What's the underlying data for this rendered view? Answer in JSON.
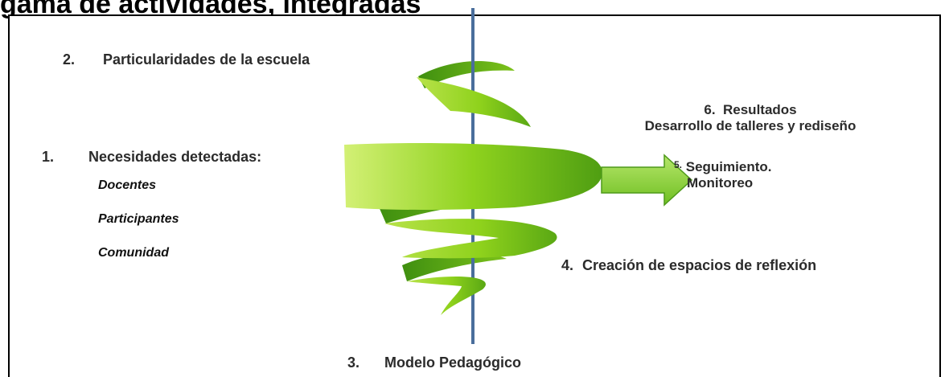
{
  "heading": "gama de actividades, integradas",
  "stages": {
    "particularidades": {
      "number": "2.",
      "label": "Particularidades de la escuela"
    },
    "necesidades": {
      "number": "1.",
      "label": "Necesidades detectadas:",
      "items": [
        "Docentes",
        "Participantes",
        "Comunidad"
      ]
    },
    "resultados": {
      "number": "6.",
      "label": "Resultados",
      "detail": "Desarrollo de talleres y rediseño"
    },
    "seguimiento": {
      "number": "5.",
      "label": "Seguimiento.",
      "detail": "Monitoreo"
    },
    "reflexion": {
      "number": "4.",
      "label": "Creación de espacios de reflexión"
    },
    "modelo": {
      "number": "3.",
      "label": "Modelo Pedagógico"
    }
  },
  "colors": {
    "spiral_light": "#c6ea5a",
    "spiral_mid": "#8fd21c",
    "spiral_dark": "#3f8f10",
    "axis": "#4a6e9c",
    "arrow": "#8fd436"
  }
}
